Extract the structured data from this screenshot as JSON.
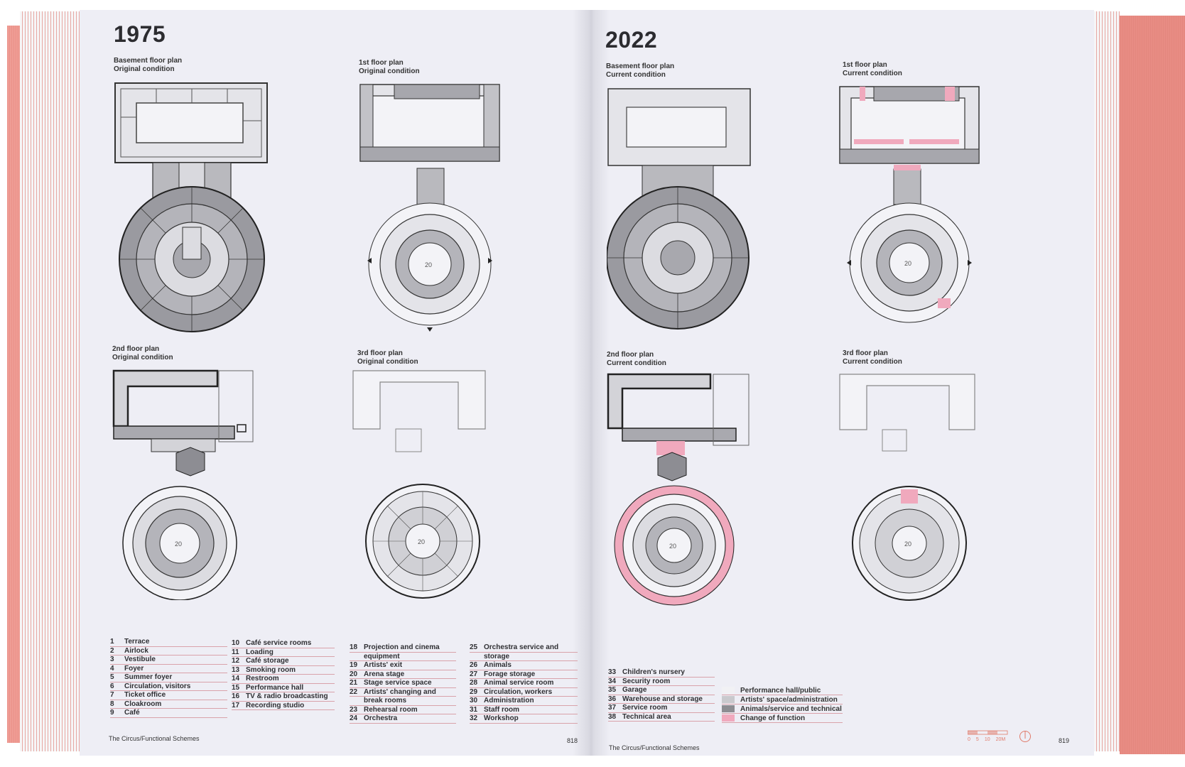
{
  "left_page": {
    "year": "1975",
    "plans": [
      {
        "title": "Basement floor plan",
        "subtitle": "Original condition"
      },
      {
        "title": "1st floor plan",
        "subtitle": "Original condition"
      },
      {
        "title": "2nd floor plan",
        "subtitle": "Original condition"
      },
      {
        "title": "3rd floor plan",
        "subtitle": "Original condition"
      }
    ],
    "legend_columns": [
      [
        {
          "n": "1",
          "t": "Terrace"
        },
        {
          "n": "2",
          "t": "Airlock"
        },
        {
          "n": "3",
          "t": "Vestibule"
        },
        {
          "n": "4",
          "t": "Foyer"
        },
        {
          "n": "5",
          "t": "Summer foyer"
        },
        {
          "n": "6",
          "t": "Circulation, visitors"
        },
        {
          "n": "7",
          "t": "Ticket office"
        },
        {
          "n": "8",
          "t": "Cloakroom"
        },
        {
          "n": "9",
          "t": "Café"
        }
      ],
      [
        {
          "n": "10",
          "t": "Café service rooms"
        },
        {
          "n": "11",
          "t": "Loading"
        },
        {
          "n": "12",
          "t": "Café storage"
        },
        {
          "n": "13",
          "t": "Smoking room"
        },
        {
          "n": "14",
          "t": "Restroom"
        },
        {
          "n": "15",
          "t": "Performance hall"
        },
        {
          "n": "16",
          "t": "TV & radio broadcasting"
        },
        {
          "n": "17",
          "t": "Recording studio"
        }
      ],
      [
        {
          "n": "18",
          "t": "Projection and cinema"
        },
        {
          "n": "",
          "t": "equipment"
        },
        {
          "n": "19",
          "t": "Artists' exit"
        },
        {
          "n": "20",
          "t": "Arena stage"
        },
        {
          "n": "21",
          "t": "Stage service space"
        },
        {
          "n": "22",
          "t": "Artists' changing and"
        },
        {
          "n": "",
          "t": "break rooms"
        },
        {
          "n": "23",
          "t": "Rehearsal room"
        },
        {
          "n": "24",
          "t": "Orchestra"
        }
      ],
      [
        {
          "n": "25",
          "t": "Orchestra service and"
        },
        {
          "n": "",
          "t": "storage"
        },
        {
          "n": "26",
          "t": "Animals"
        },
        {
          "n": "27",
          "t": "Forage storage"
        },
        {
          "n": "28",
          "t": "Animal service room"
        },
        {
          "n": "29",
          "t": "Circulation, workers"
        },
        {
          "n": "30",
          "t": "Administration"
        },
        {
          "n": "31",
          "t": "Staff room"
        },
        {
          "n": "32",
          "t": "Workshop"
        }
      ]
    ],
    "footer": "The Circus/Functional Schemes",
    "page_number": "818"
  },
  "right_page": {
    "year": "2022",
    "plans": [
      {
        "title": "Basement floor plan",
        "subtitle": "Current condition"
      },
      {
        "title": "1st floor plan",
        "subtitle": "Current condition"
      },
      {
        "title": "2nd floor plan",
        "subtitle": "Current condition"
      },
      {
        "title": "3rd floor plan",
        "subtitle": "Current condition"
      }
    ],
    "legend": [
      {
        "n": "33",
        "t": "Children's nursery"
      },
      {
        "n": "34",
        "t": "Security room"
      },
      {
        "n": "35",
        "t": "Garage"
      },
      {
        "n": "36",
        "t": "Warehouse and storage"
      },
      {
        "n": "37",
        "t": "Service room"
      },
      {
        "n": "38",
        "t": "Technical area"
      }
    ],
    "key": [
      {
        "label": "Performance hall/public",
        "color": "#f1f1f4"
      },
      {
        "label": "Artists' space/administration",
        "color": "#c9c9cd"
      },
      {
        "label": "Animals/service and technical",
        "color": "#8d8d92"
      },
      {
        "label": "Change of function",
        "color": "#f0a9bd"
      }
    ],
    "scale_labels": [
      "0",
      "5",
      "10",
      "20M"
    ],
    "footer": "The Circus/Functional Schemes",
    "page_number": "819"
  },
  "colors": {
    "page": "#eeeef5",
    "cover": "#e98f86",
    "plan_fill_dark": "#9a9a9e",
    "plan_fill_light": "#d7d7dc",
    "change_of_function": "#f0a9bd"
  }
}
